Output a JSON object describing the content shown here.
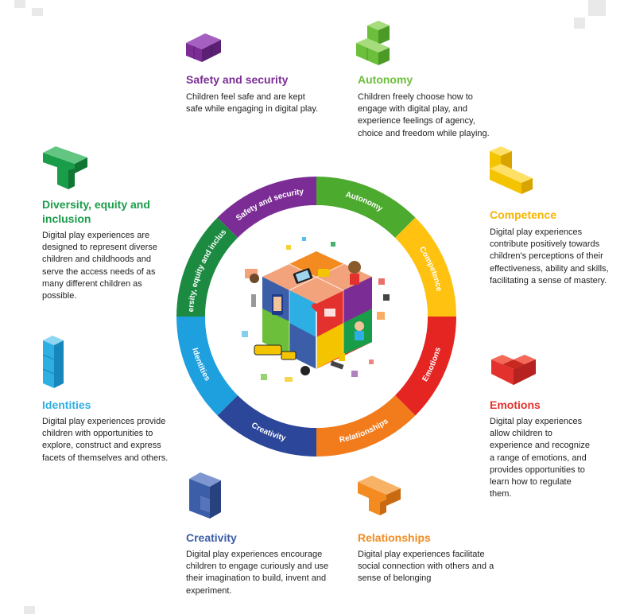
{
  "colors": {
    "safety": "#7b2d95",
    "safety_dark": "#4a1a66",
    "autonomy": "#6cbf3a",
    "autonomy_ring": "#4caa2e",
    "competence": "#f5c400",
    "competence_ring": "#ffc211",
    "emotions": "#e3322d",
    "emotions_ring": "#e42522",
    "relationships": "#f38b20",
    "relationships_ring": "#f27b1c",
    "creativity": "#3c5ea8",
    "creativity_ring": "#2c469a",
    "identities": "#2eafe3",
    "identities_ring": "#1e9fde",
    "diversity": "#1a9d49",
    "diversity_ring": "#1c8b41"
  },
  "wheel": {
    "labels": [
      "Safety and security",
      "Autonomy",
      "Competence",
      "Emotions",
      "Relationships",
      "Creativity",
      "Identities",
      "Diversity, equity and inclusion"
    ]
  },
  "items": {
    "safety": {
      "title": "Safety and security",
      "icon": "purple-block-icon",
      "text": "Children feel safe and are kept safe while engaging in digital play."
    },
    "autonomy": {
      "title": "Autonomy",
      "icon": "green-stair-block-icon",
      "text": "Children freely choose how to engage with digital play, and experience feelings of agency, choice and freedom while playing."
    },
    "competence": {
      "title": "Competence",
      "icon": "yellow-l-block-icon",
      "text": "Digital play experiences contribute positively towards children's perceptions of their effectiveness, ability and skills, facilitating a sense of mastery."
    },
    "emotions": {
      "title": "Emotions",
      "icon": "red-u-block-icon",
      "text": "Digital play experiences allow children to experience and recognize a range of emotions, and provides opportunities to learn how to regulate them."
    },
    "relationships": {
      "title": "Relationships",
      "icon": "orange-t-block-icon",
      "text": "Digital play experiences facilitate social connection with others and a sense of belonging"
    },
    "creativity": {
      "title": "Creativity",
      "icon": "blue-c-block-icon",
      "text": "Digital play experiences encourage children to engage curiously and use their imagination to build, invent and experiment."
    },
    "identities": {
      "title": "Identities",
      "icon": "light-blue-tower-block-icon",
      "text": "Digital play experiences provide children with opportunities to explore, construct and express facets of themselves and others."
    },
    "diversity": {
      "title": "Diversity, equity and inclusion",
      "icon": "green-t-block-icon",
      "text": "Digital play experiences are designed to represent diverse children and childhoods and serve the access needs of as many different children as possible."
    }
  }
}
